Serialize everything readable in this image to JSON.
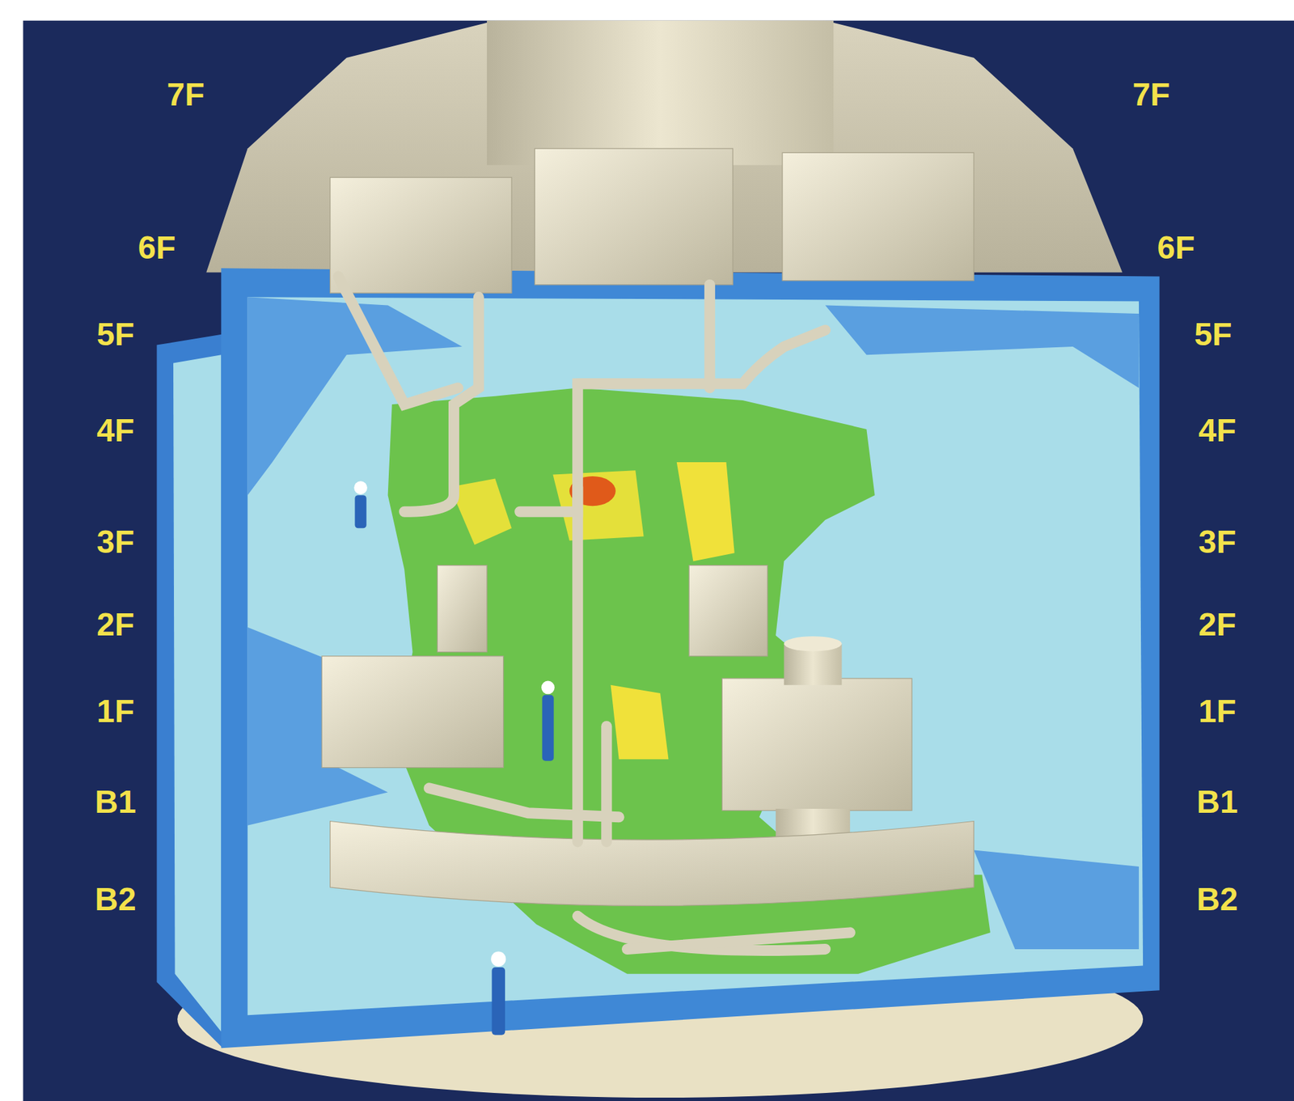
{
  "diagram": {
    "labels": [
      "7F",
      "7F",
      "6F",
      "6F",
      "5F",
      "5F",
      "4F",
      "4F",
      "3F",
      "3F",
      "2F",
      "2F",
      "1F",
      "1F",
      "B1",
      "B1",
      "B2",
      "B2"
    ]
  }
}
